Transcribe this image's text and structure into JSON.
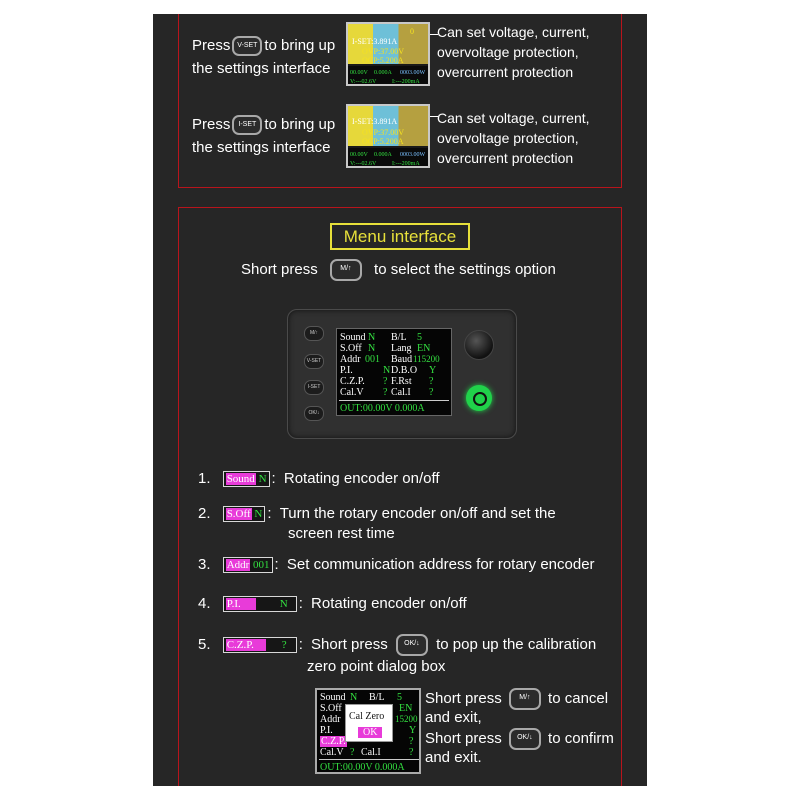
{
  "top": {
    "row1": {
      "press": "Press",
      "key": "V-SET",
      "after": "to bring up",
      "line2": "the settings interface",
      "desc": [
        "Can set voltage, current,",
        "overvoltage protection,",
        "overcurrent protection"
      ],
      "lcd": [
        "0",
        "I-SET:3.891A",
        "OVP:37.00V",
        "OCP:5.200A",
        "00.00V",
        "0.000A",
        "0003.00W",
        "V:---02.6V",
        "I:---200mA"
      ]
    },
    "row2": {
      "press": "Press",
      "key": "I-SET",
      "after": "to bring up",
      "line2": "the settings interface",
      "desc": [
        "Can set voltage, current,",
        "overvoltage protection,",
        "overcurrent protection"
      ],
      "lcd": [
        "I-SET:3.891A",
        "OVP:37.00V",
        "OCP:5.200A",
        "00.00V",
        "0.000A",
        "0003.00W",
        "V:---02.6V",
        "I:---200mA"
      ]
    }
  },
  "menu": {
    "title": "Menu interface",
    "short_press": "Short press",
    "key": "M/↑",
    "after": "to select the settings option"
  },
  "device": {
    "buttons": [
      "M/↑",
      "V-SET",
      "I-SET",
      "OK/↓"
    ],
    "screen": {
      "rows": [
        [
          "Sound",
          "N",
          "B/L",
          "5"
        ],
        [
          "S.Off",
          "N",
          "Lang",
          "EN"
        ],
        [
          "Addr",
          "001",
          "Baud",
          "115200"
        ],
        [
          "P.I.",
          "N",
          "D.B.O",
          "Y"
        ],
        [
          "C.Z.P.",
          "?",
          "F.Rst",
          "?"
        ],
        [
          "Cal.V",
          "?",
          "Cal.I",
          "?"
        ]
      ],
      "out": "OUT:00.00V  0.000A"
    }
  },
  "items": [
    {
      "num": "1.",
      "chip_label": "Sound",
      "chip_value": "N",
      "sep": ":",
      "text": [
        "Rotating encoder on/off"
      ]
    },
    {
      "num": "2.",
      "chip_label": "S.Off",
      "chip_value": "N",
      "sep": ":",
      "text": [
        "Turn the rotary encoder on/off and set the",
        "screen rest time"
      ]
    },
    {
      "num": "3.",
      "chip_label": "Addr",
      "chip_value": "001",
      "sep": ":",
      "text": [
        "Set communication address for rotary encoder"
      ]
    },
    {
      "num": "4.",
      "chip_label": "P.I.",
      "chip_value": "N",
      "sep": ":",
      "text": [
        "Rotating encoder on/off"
      ]
    },
    {
      "num": "5.",
      "chip_label": "C.Z.P.",
      "chip_value": "?",
      "sep": ":",
      "text_before": "Short press",
      "key": "OK/↓",
      "text_after": "to pop up the calibration",
      "text2": "zero point dialog box"
    }
  ],
  "dialog": {
    "rows": [
      [
        "Sound",
        "N",
        "B/L",
        "5"
      ],
      [
        "S.Off",
        "",
        "",
        "EN"
      ],
      [
        "Addr",
        "",
        "",
        "15200"
      ],
      [
        "P.I.",
        "",
        "",
        "Y"
      ],
      [
        "C.Z.P.",
        "",
        "",
        "?"
      ],
      [
        "Cal.V",
        "?",
        "Cal.I",
        "?"
      ]
    ],
    "popup_title": "Cal Zero",
    "popup_ok": "OK",
    "out": "OUT:00.00V  0.000A",
    "notes": [
      {
        "before": "Short press",
        "key": "M/↑",
        "after": "to cancel",
        "line2": "and exit,"
      },
      {
        "before": "Short press",
        "key": "OK/↓",
        "after": "to confirm",
        "line2": "and exit."
      }
    ]
  }
}
